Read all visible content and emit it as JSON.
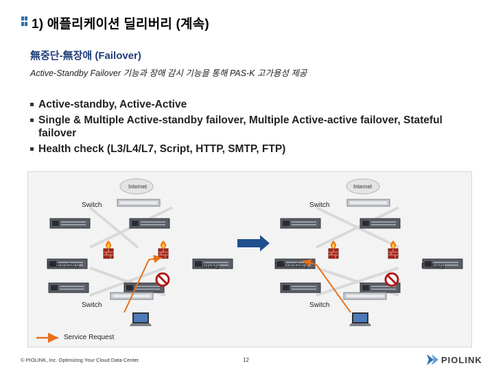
{
  "slide": {
    "title": "1) 애플리케이션 딜리버리 (계속)",
    "subtitle": "無중단-無장애 (Failover)",
    "description": "Active-Standby Failover 기능과 장애 감시 기능을 통해 PAS-K 고가용성 제공",
    "bullets": [
      "Active-standby, Active-Active",
      "Single & Multiple Active-standby failover, Multiple Active-active failover, Stateful failover",
      "Health check (L3/L4/L7, Script, HTTP, SMTP, FTP)"
    ]
  },
  "diagram": {
    "left": {
      "internet": "Internet",
      "switch_top": "Switch",
      "secondary": "Secondary",
      "primary": "Primary",
      "switch_bottom": "Switch"
    },
    "right": {
      "internet": "Internet",
      "switch_top": "Switch",
      "secondary": "Secondary",
      "primary": "Primary",
      "switch_bottom": "Switch"
    },
    "legend": "Service Request",
    "colors": {
      "request_arrow": "#e8701a",
      "transition_arrow": "#1f4f8f",
      "firewall": "#a8261c",
      "fault_icon": "#b01818"
    }
  },
  "footer": {
    "copyright": "© PIOLINK, Inc. Optimizing Your Cloud Data Center.",
    "page": "12",
    "logo": "PIOLINK"
  }
}
